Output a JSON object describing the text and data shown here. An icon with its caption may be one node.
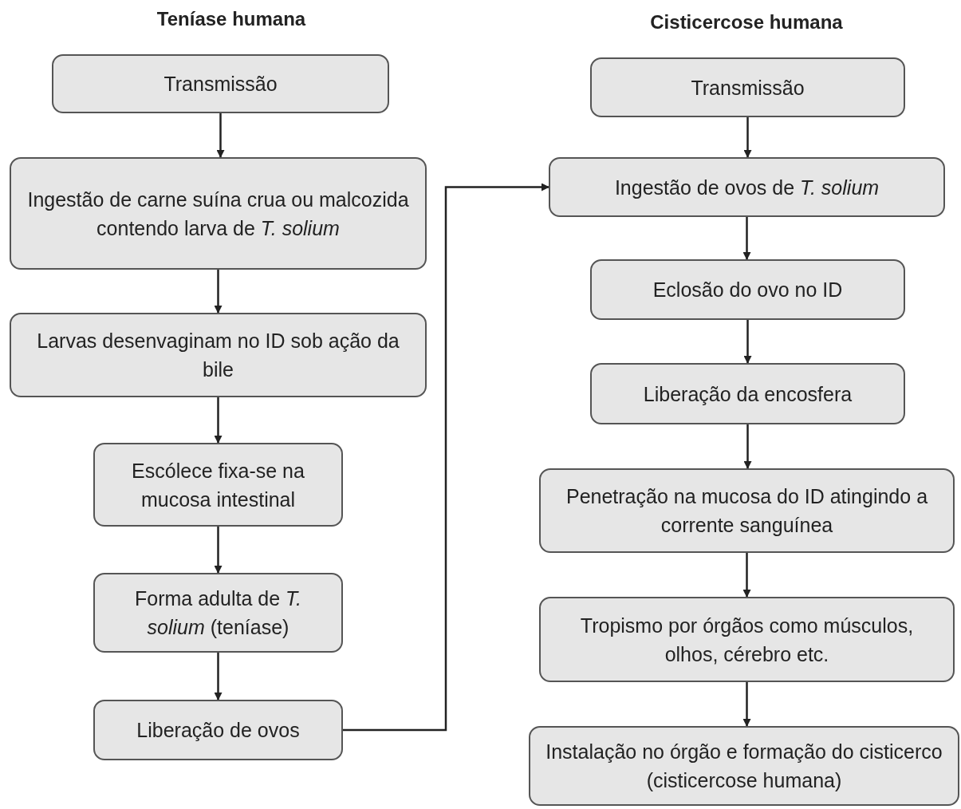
{
  "diagram": {
    "nodes": [
      {
        "text": [
          "Transmissão"
        ]
      },
      {
        "text": [
          "Ingestão de carne suína crua ou malcozida contendo larva de *T. solium*"
        ]
      },
      {
        "text": [
          "Larvas desenvaginam no ID sob ação da bile"
        ]
      },
      {
        "text": [
          "Escólece fixa-se na mucosa intestinal"
        ]
      },
      {
        "text": [
          "Forma adulta de *T. solium* (teníase)"
        ]
      },
      {
        "text": [
          "Liberação de ovos"
        ]
      },
      {
        "text": [
          "Transmissão"
        ]
      },
      {
        "text": [
          "Ingestão de ovos de *T. solium*"
        ]
      },
      {
        "text": [
          "Eclosão do ovo no ID"
        ]
      },
      {
        "text": [
          "Liberação da encosfera"
        ]
      },
      {
        "text": [
          "Penetração na mucosa do ID atingindo a corrente sanguínea"
        ]
      },
      {
        "text": [
          "Tropismo por órgãos como músculos, olhos, cérebro etc."
        ]
      },
      {
        "text": [
          "Instalação no órgão e formação do cisticerco (cisticercose humana)"
        ]
      }
    ],
    "edges": [
      {
        "from": 0,
        "to": 1,
        "arrow": "to"
      },
      {
        "from": 1,
        "to": 2,
        "arrow": "to"
      },
      {
        "from": 2,
        "to": 3,
        "arrow": "to"
      },
      {
        "from": 3,
        "to": 4,
        "arrow": "to"
      },
      {
        "from": 4,
        "to": 5,
        "arrow": "to"
      },
      {
        "from": 5,
        "to": 7,
        "arrow": "to"
      },
      {
        "from": 6,
        "to": 7,
        "arrow": "to"
      },
      {
        "from": 7,
        "to": 8,
        "arrow": "to"
      },
      {
        "from": 8,
        "to": 9,
        "arrow": "to"
      },
      {
        "from": 9,
        "to": 10,
        "arrow": "to"
      },
      {
        "from": 10,
        "to": 11,
        "arrow": "to"
      },
      {
        "from": 11,
        "to": 12,
        "arrow": "to"
      }
    ],
    "labels": [
      "Teníase humana",
      "Cisticercose humana"
    ]
  }
}
